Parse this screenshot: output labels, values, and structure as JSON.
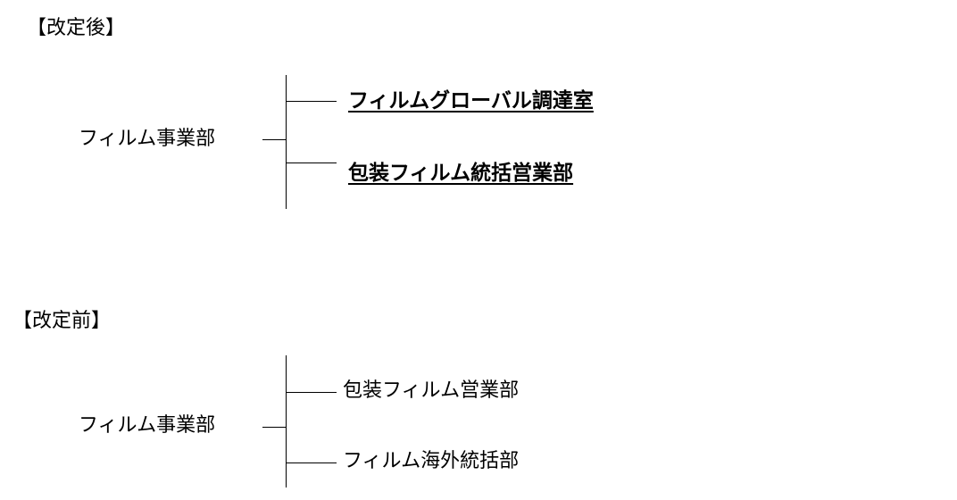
{
  "after": {
    "title": "【改定後】",
    "parent": "フィルム事業部",
    "children": [
      "フィルムグローバル調達室",
      "包装フィルム統括営業部"
    ]
  },
  "before": {
    "title": "【改定前】",
    "parent": "フィルム事業部",
    "children": [
      "包装フィルム営業部",
      "フィルム海外統括部"
    ]
  }
}
